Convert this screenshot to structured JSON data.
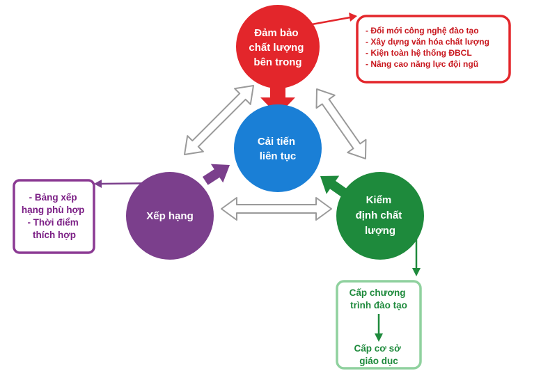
{
  "nodes": {
    "center": {
      "lines": [
        "Cải tiến",
        "liên tục"
      ],
      "color": "#1a7fd6"
    },
    "top": {
      "lines": [
        "Đảm bảo",
        "chất lượng",
        "bên trong"
      ],
      "color": "#e3262b"
    },
    "left": {
      "lines": [
        "Xếp hạng"
      ],
      "color": "#7b3f8c"
    },
    "right": {
      "lines": [
        "Kiểm",
        "định chất",
        "lượng"
      ],
      "color": "#1e8a3c"
    }
  },
  "boxes": {
    "red": {
      "items": [
        "- Đổi mới công nghệ đào tạo",
        "- Xây dựng văn hóa chất lượng",
        "- Kiện toàn hệ thống ĐBCL",
        "- Nâng cao năng lực đội ngũ"
      ],
      "color": "#e3262b",
      "text_color": "#c8161d"
    },
    "purple": {
      "lines": [
        "- Bảng xếp",
        "hạng phù hợp",
        "- Thời điểm",
        "thích hợp"
      ],
      "color": "#8b3a93",
      "text_color": "#7b1f85"
    },
    "green": {
      "top_lines": [
        "Cấp chương",
        "trình đào tạo"
      ],
      "bottom_lines": [
        "Cấp cơ sở",
        "giáo dục"
      ],
      "color": "#8fd19e",
      "text_color": "#1e8a3c"
    }
  },
  "arrow_colors": {
    "outline": "#9a9a9a",
    "red": "#e3262b",
    "purple": "#7b3f8c",
    "green": "#1e8a3c"
  }
}
